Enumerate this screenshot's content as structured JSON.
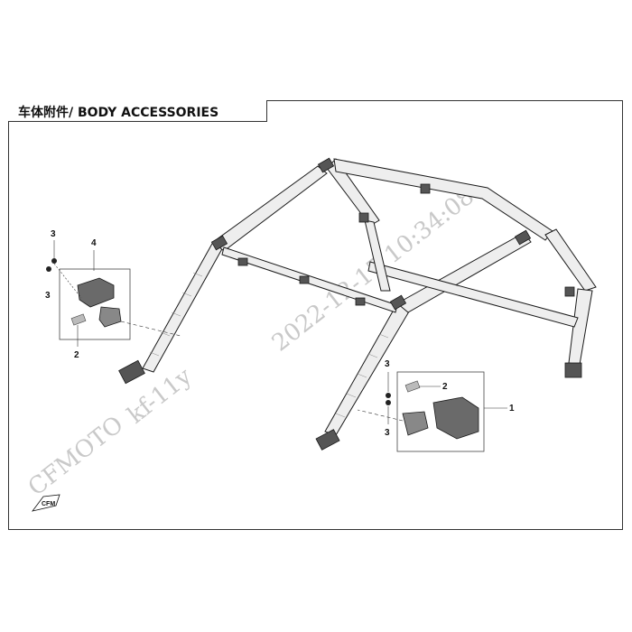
{
  "page": {
    "title": "车体附件/ BODY ACCESSORIES"
  },
  "callouts": {
    "left_3_top": "3",
    "left_4": "4",
    "left_3_bottom": "3",
    "left_2": "2",
    "right_3_top": "3",
    "right_2": "2",
    "right_1": "1",
    "right_3_bottom": "3"
  },
  "watermark": {
    "brand": "CFMOTO",
    "code": "kf-11y",
    "datetime": "2022-12-17  10:34:08"
  },
  "logo": {
    "text": "CFM"
  },
  "colors": {
    "line": "#1a1a1a",
    "watermark": "#c9c9c9",
    "tube_fill": "#eeeeee"
  }
}
